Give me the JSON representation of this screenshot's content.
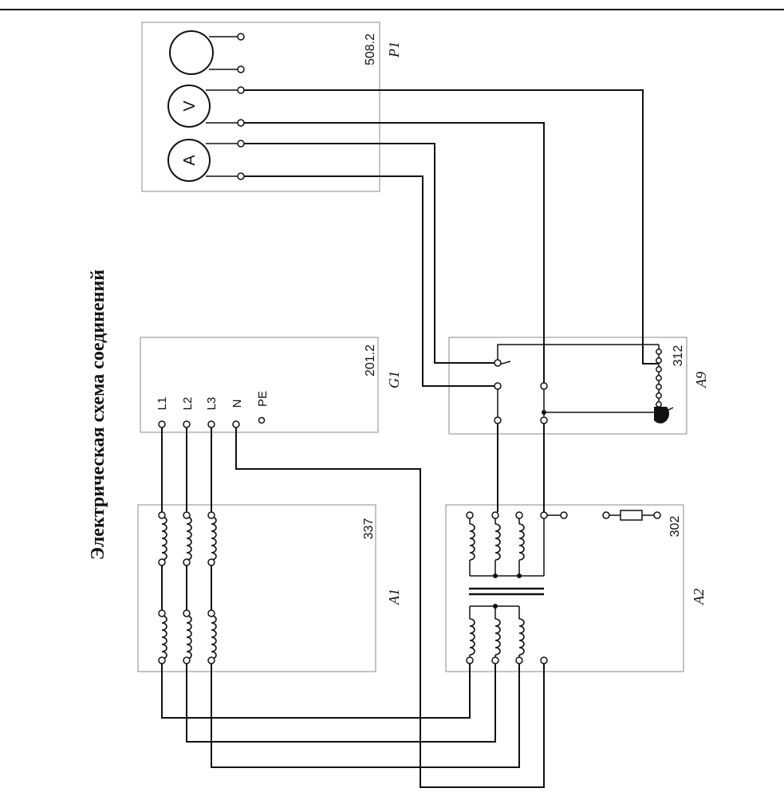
{
  "title": "Электрическая схема соединений",
  "blocks": {
    "p1": {
      "code": "508.2",
      "ref": "P1",
      "meters": {
        "ammeter": "A",
        "voltmeter": "V"
      }
    },
    "g1": {
      "code": "201.2",
      "ref": "G1",
      "terminals": [
        "L1",
        "L2",
        "L3",
        "N",
        "PE"
      ]
    },
    "a1": {
      "code": "337",
      "ref": "A1"
    },
    "a9": {
      "code": "312",
      "ref": "A9"
    },
    "a2": {
      "code": "302",
      "ref": "A2"
    }
  }
}
